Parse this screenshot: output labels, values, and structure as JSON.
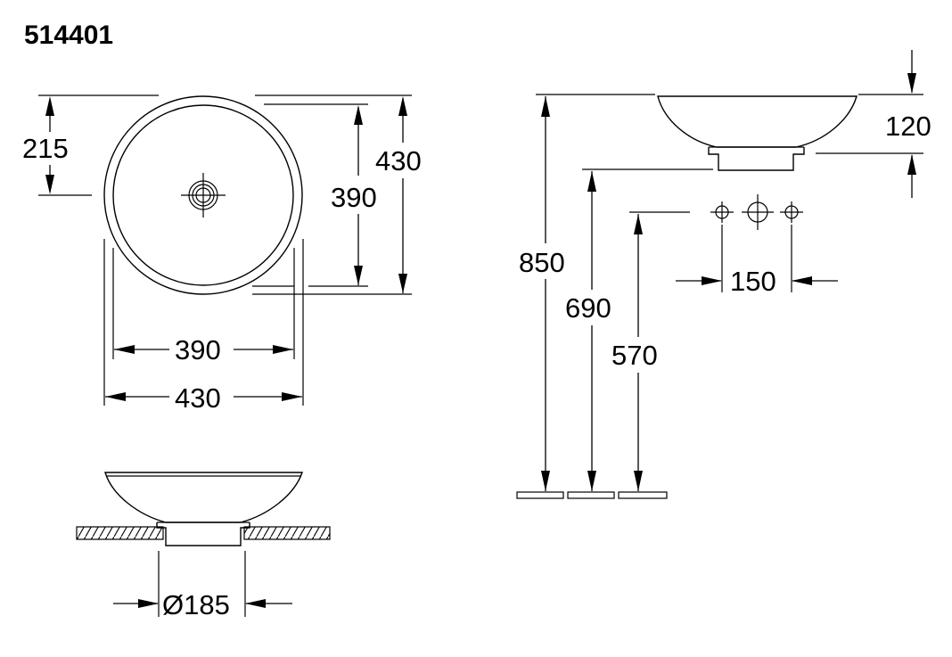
{
  "title": "514401",
  "top_view": {
    "height_half": "215",
    "inner_height": "390",
    "outer_height": "430",
    "inner_width": "390",
    "outer_width": "430"
  },
  "section_view": {
    "drain_diameter": "Ø185"
  },
  "side_view": {
    "bowl_height": "120",
    "tap_spacing": "150",
    "total_height": "850",
    "rim_height": "690",
    "tap_height": "570"
  }
}
